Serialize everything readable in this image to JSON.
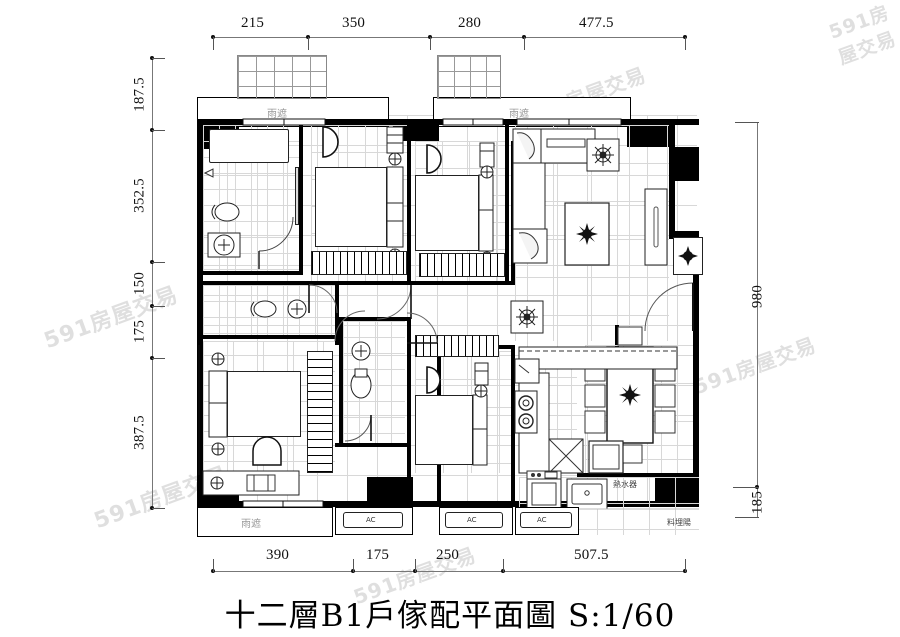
{
  "title": "十二層B1戶傢配平面圖  S:1/60",
  "watermark": "591房屋交易",
  "dimensions": {
    "top": [
      "215",
      "350",
      "280",
      "477.5"
    ],
    "left": [
      "187.5",
      "352.5",
      "150",
      "175",
      "387.5"
    ],
    "right": [
      "980",
      "185"
    ],
    "bottom": [
      "390",
      "175",
      "250",
      "507.5"
    ]
  },
  "room_labels": {
    "canopy_top_left": "雨遮",
    "canopy_top_right": "雨遮",
    "canopy_bottom": "雨遮",
    "water_heater": "熱水器",
    "material_rack": "料埋陽"
  },
  "equipment": {
    "ac_left": "AC",
    "ac_mid": "AC",
    "ac_right": "AC"
  },
  "colors": {
    "wall": "#000000",
    "tile_grid": "#d8d8d8",
    "dimension_line": "#777777",
    "text": "#111111",
    "watermark": "rgba(150,150,150,0.30)"
  },
  "scale": "S:1/60"
}
